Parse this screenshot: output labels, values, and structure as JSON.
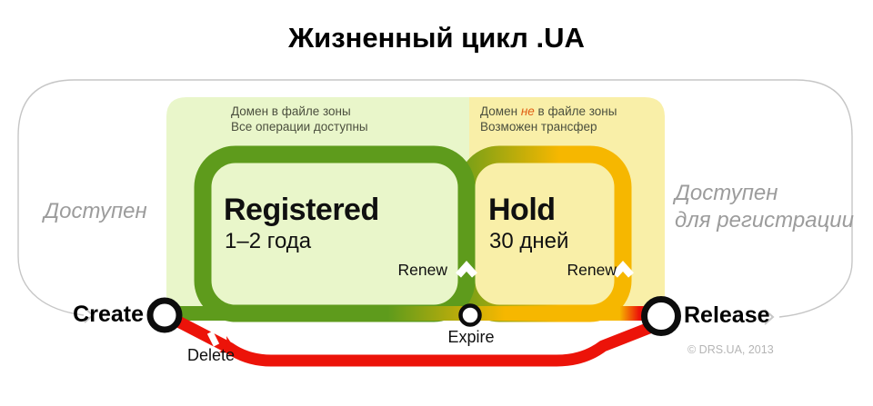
{
  "title": "Жизненный цикл .UA",
  "colors": {
    "green": "#5e9b1c",
    "green-panel": "#e9f6ca",
    "yellow": "#f6b700",
    "yellow-panel": "#f9efa8",
    "red": "#ec1309",
    "gray-line": "#c6c6c6",
    "gray-text": "#9c9c9c",
    "caption-text": "#4b4f3e",
    "em-text": "#e05c12",
    "copyright-text": "#b5b5b5"
  },
  "outside": {
    "left_label": "Доступен",
    "right_label_line1": "Доступен",
    "right_label_line2": "для регистрации"
  },
  "registered_zone": {
    "caption_line1": "Домен в файле зоны",
    "caption_line2": "Все операции доступны",
    "state": "Registered",
    "duration": "1–2 года",
    "action": "Renew"
  },
  "hold_zone": {
    "caption_pre": "Домен",
    "caption_em": "не",
    "caption_post": "в файле зоны",
    "caption_line2": "Возможен трансфер",
    "state": "Hold",
    "duration": "30 дней",
    "action": "Renew"
  },
  "events": {
    "create": "Create",
    "delete": "Delete",
    "expire": "Expire",
    "release": "Release"
  },
  "copyright": "© DRS.UA, 2013"
}
